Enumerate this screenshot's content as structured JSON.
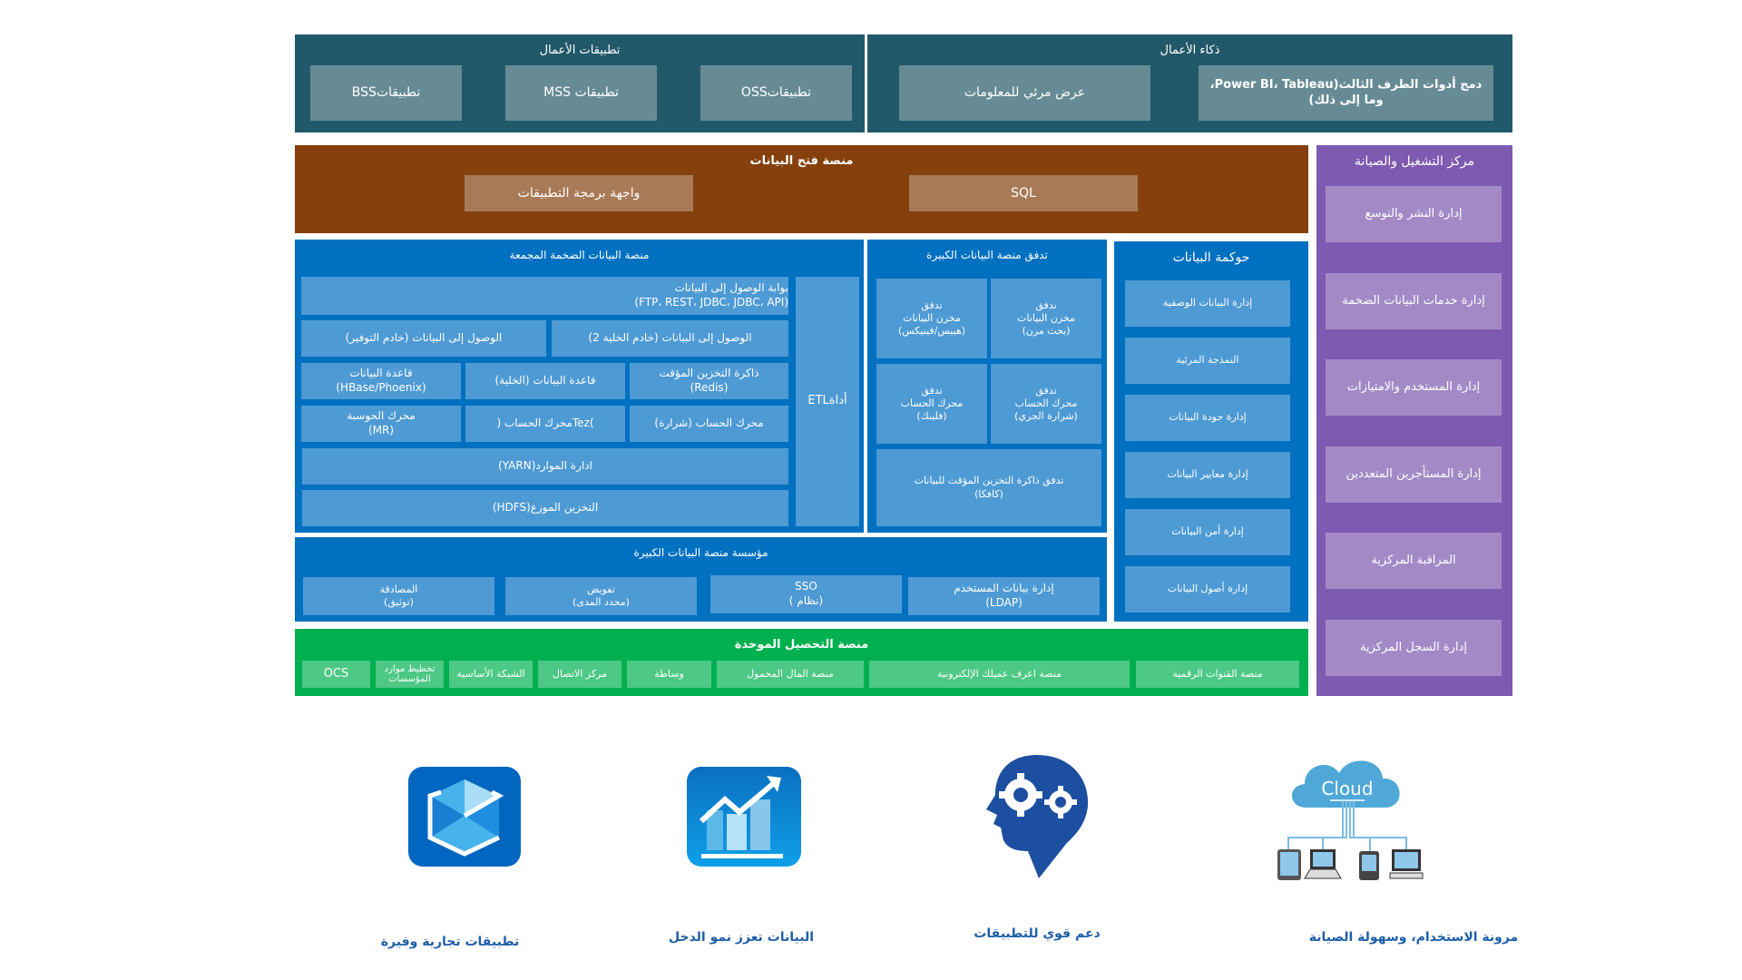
{
  "business_apps": {
    "title": "تطبيقات الأعمال",
    "items": [
      "تطبيقاتOSS",
      "تطبيقات MSS",
      "تطبيقاتBSS"
    ]
  },
  "business_intelligence": {
    "title": "ذكاء الأعمال",
    "items": [
      "دمج  أدوات الطرف الثالث(Power BI، Tableau، وما إلى ذلك)",
      "عرض مرئي للمعلومات"
    ]
  },
  "data_open_platform": {
    "title": "منصة فتح البيانات",
    "items": [
      "SQL",
      "واجهة برمجة التطبيقات"
    ]
  },
  "om_center": {
    "title": "مركز التشغيل والصيانة",
    "items": [
      "إدارة النشر والتوسع",
      "إدارة خدمات البيانات الضخمة",
      "إدارة المستخدم والامتيازات",
      "إدارة المستأجرين المتعددين",
      "المراقبة المركزية",
      "إدارة السجل المركزية"
    ]
  },
  "aggregated_platform": {
    "title": "منصة البيانات الضخمة المجمعة",
    "gateway": "بوابة الوصول إلى البيانات\n(FTP، REST، JDBC، JDBC، API)",
    "access_cell2": "الوصول إلى البيانات (خادم الخلية 2)",
    "access_thrift": "الوصول إلى البيانات (خادم التوفير)",
    "redis": "ذاكرة التخزين المؤقت\n(Redis)",
    "hive_db": "قاعدة البيانات (الخلية)",
    "hbase": "قاعدة البيانات\n(HBase/Phoenix)",
    "spark": "محرك الحساب (شرارة)",
    "tez": ")Tezمحرك الحساب (",
    "mr": "محرك الحوسبة\n(MR)",
    "yarn": "ادارة الموارد(YARN)",
    "hdfs": "التخزين الموزع(HDFS)",
    "etl": "أداةETL"
  },
  "stream_platform": {
    "title": "تدفق منصة البيانات الكبيرة",
    "items": [
      "تدفق\nمخزن البيانات\n(بحث مرن)",
      "تدفق\nمخزن البيانات\n(هيبس/فينيكس)",
      "تدفق\nمحرك الحساب\n(شرارة الجري)",
      "تدفق\nمحرك الحساب\n(فلينك)",
      "تدفق ذاكرة التخزين المؤقت للبيانات\n(كافكا)"
    ]
  },
  "governance": {
    "title": "حوكمة البيانات",
    "items": [
      "إدارة البيانات الوصفية",
      "النمذجة المرئية",
      "إدارة جودة البيانات",
      "إدارة معايير البيانات",
      "إدارة أمن البيانات",
      "إدارة أصول البيانات"
    ]
  },
  "enterprise": {
    "title": "مؤسسة منصة البيانات الكبيرة",
    "items": [
      "إدارة بيانات المستخدم\n(LDAP)",
      "SSO\n(نظام )",
      "تفويض\n(محدد المدى)",
      "المصادقة\n(توثيق)"
    ]
  },
  "collection": {
    "title": "منصة التحصيل الموحدة",
    "items": [
      "منصة القنوات الرقمية",
      "منصة اعرف عميلك الإلكترونية",
      "منصة المال المحمول",
      "وساطة",
      "مركز الاتصال",
      "الشبكة الأساسية",
      "تخطيط موارد\nالمؤسسات",
      "OCS"
    ]
  },
  "benefits": [
    {
      "icon": "cloud-network-icon",
      "label": "مرونة الاستخدام، وسهولة الصيانة"
    },
    {
      "icon": "head-gears-icon",
      "label": "دعم قوي للتطبيقات"
    },
    {
      "icon": "growth-chart-icon",
      "label": "البيانات تعزز نمو الدخل"
    },
    {
      "icon": "cube-app-icon",
      "label": "تطبيقات تجارية وفيرة"
    }
  ],
  "colors": {
    "teal": "#22596a",
    "brown": "#85400d",
    "blue": "#0070c0",
    "purple": "#7e5ab1",
    "green": "#00b050",
    "label_blue": "#1f5fa8"
  }
}
